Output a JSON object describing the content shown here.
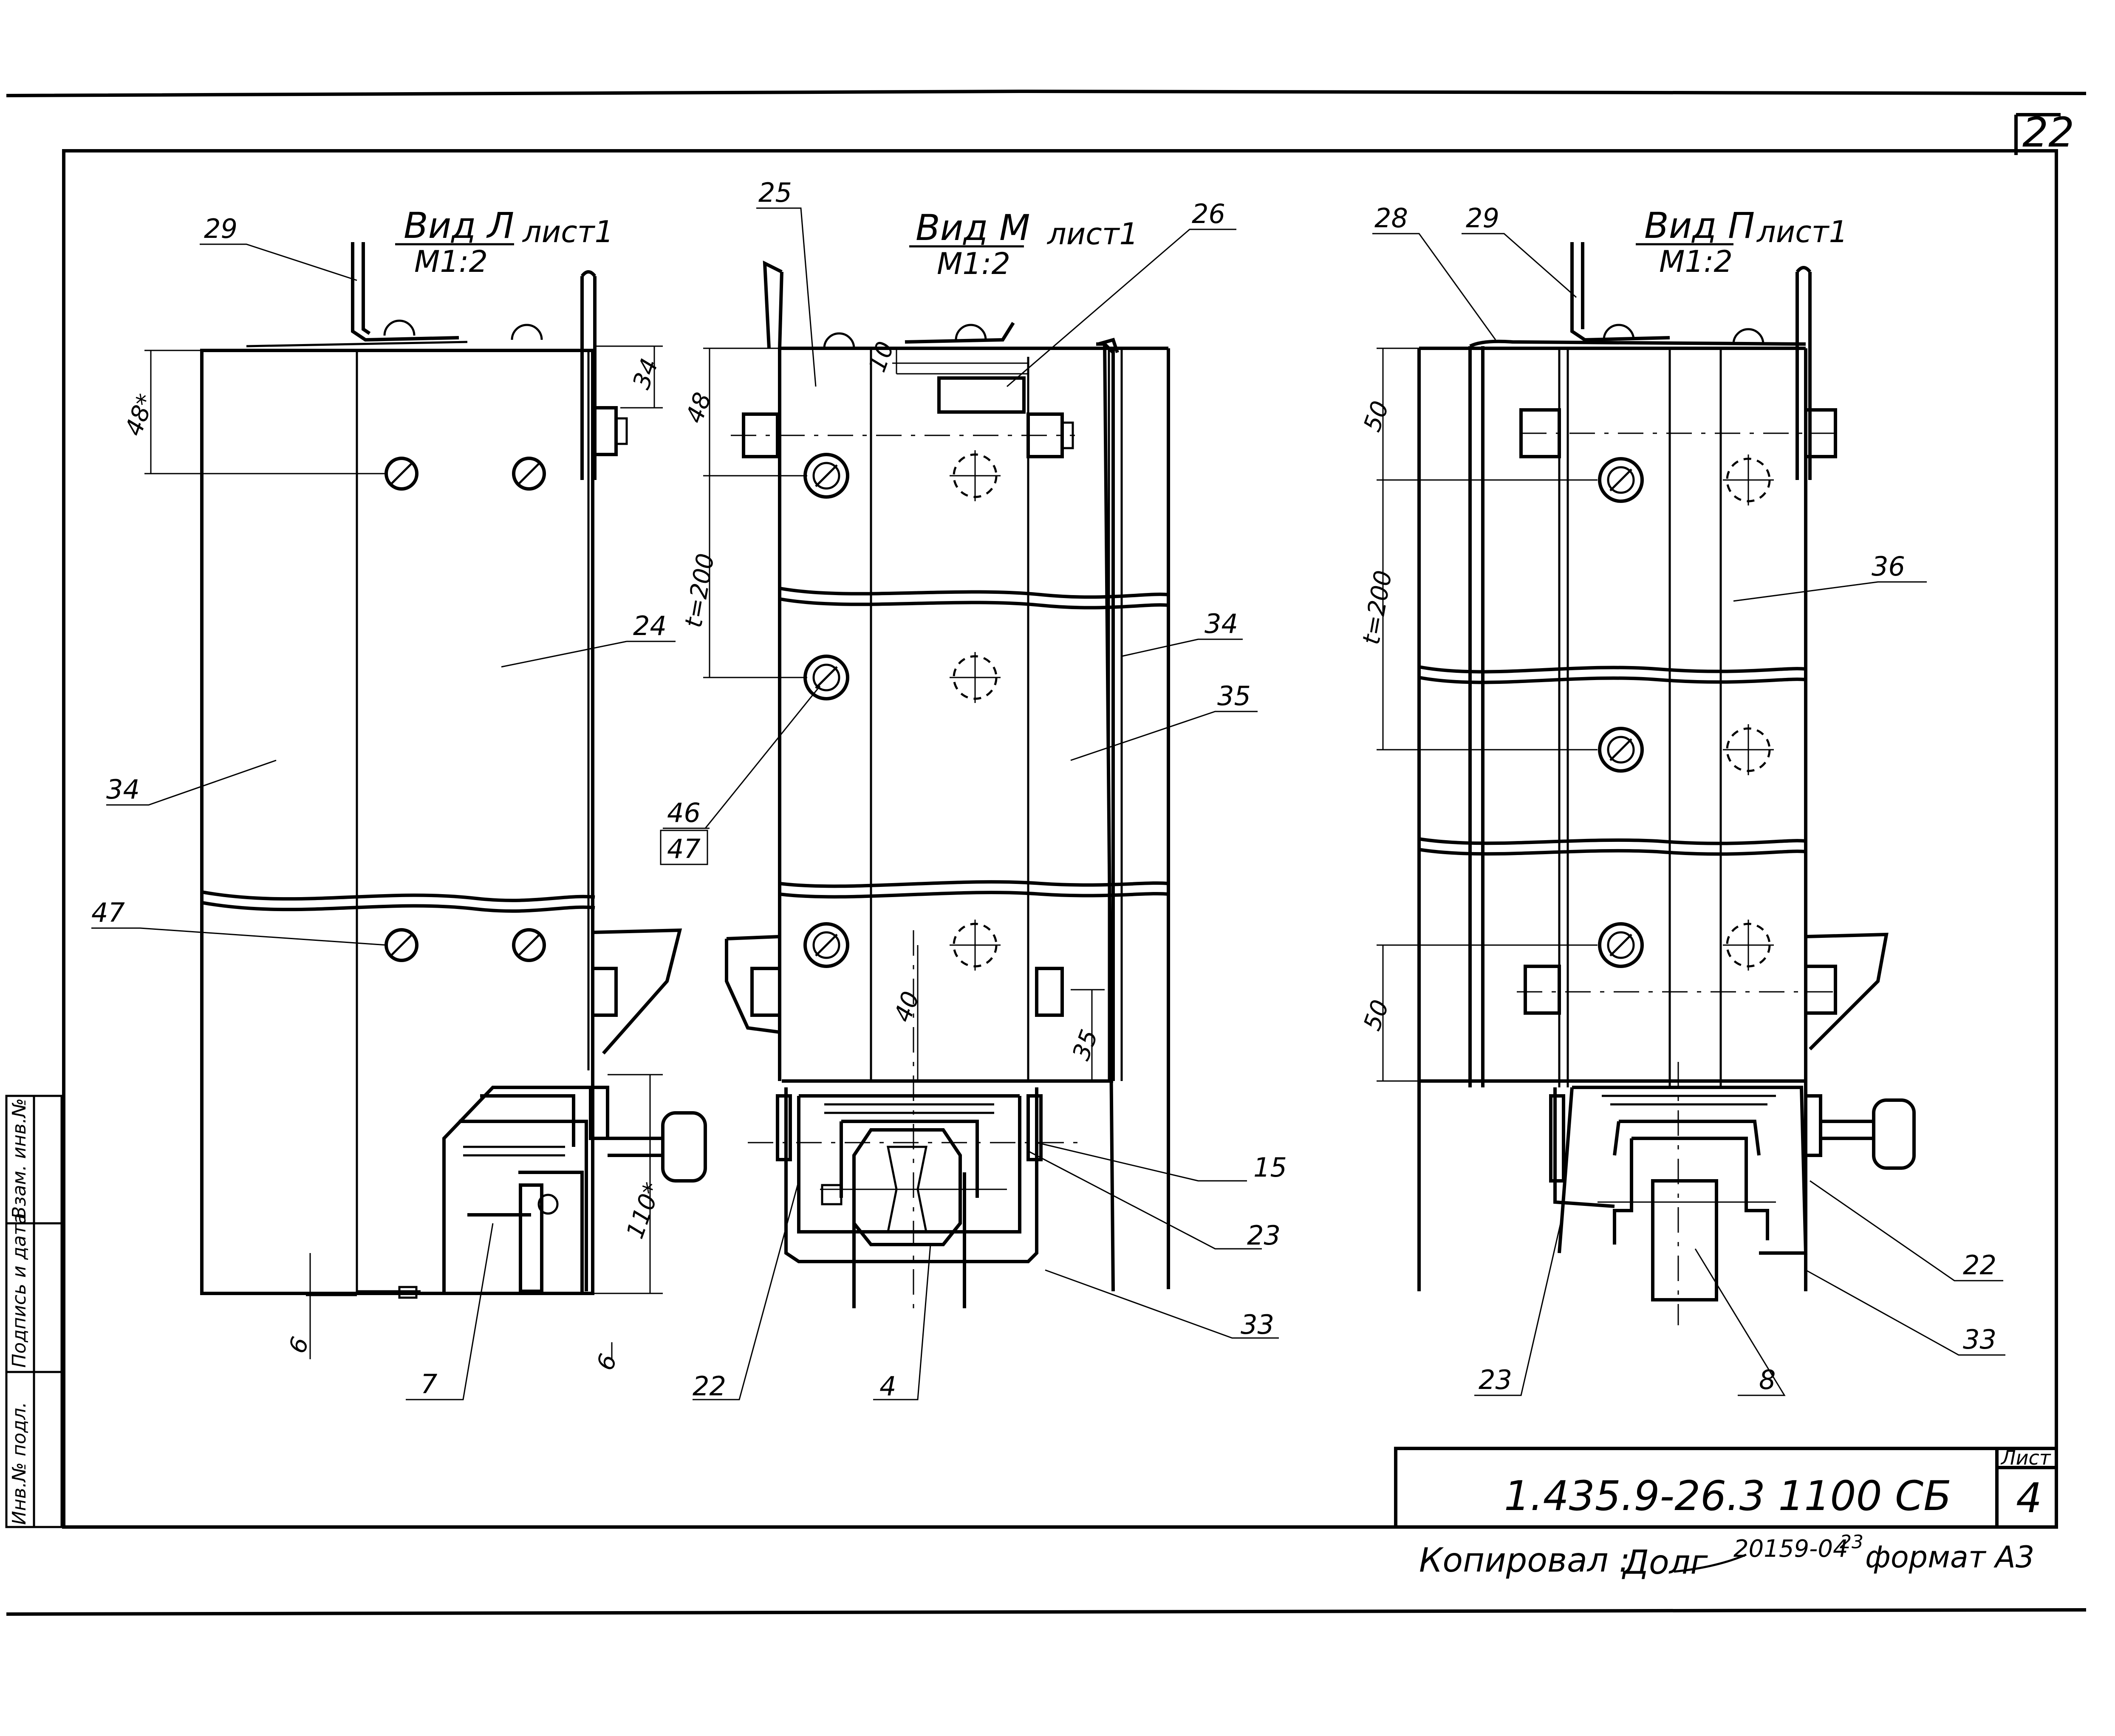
{
  "sheet_number": "22",
  "views": [
    {
      "title": "Вид Л",
      "ref": "лист1",
      "scale": "М1:2"
    },
    {
      "title": "Вид М",
      "ref": "лист1",
      "scale": "М1:2"
    },
    {
      "title": "Вид П",
      "ref": "лист1",
      "scale": "М1:2"
    }
  ],
  "view_l": {
    "callouts": [
      "29",
      "24",
      "34",
      "47",
      "7"
    ],
    "dims": [
      "48*",
      "34",
      "110*",
      "6",
      "6"
    ]
  },
  "view_m": {
    "callouts": [
      "25",
      "26",
      "34",
      "35",
      "46",
      "47",
      "15",
      "23",
      "33",
      "22",
      "4"
    ],
    "dims": [
      "48",
      "10",
      "t=200",
      "40",
      "35"
    ]
  },
  "view_p": {
    "callouts": [
      "28",
      "29",
      "36",
      "22",
      "33",
      "23",
      "8"
    ],
    "dims": [
      "50",
      "t=200",
      "50"
    ]
  },
  "title_block": {
    "designation": "1.435.9-26.3 1100 СБ",
    "sheet_label": "Лист",
    "sheet_value": "4"
  },
  "footer": {
    "copied_label": "Копировал :",
    "signature": "Долг",
    "order_number": "20159-04",
    "order_suffix": "23",
    "format": "формат А3"
  },
  "side_stamp": [
    "Инв.№ подл.",
    "Подпись и дата",
    "Взам. инв.№"
  ]
}
